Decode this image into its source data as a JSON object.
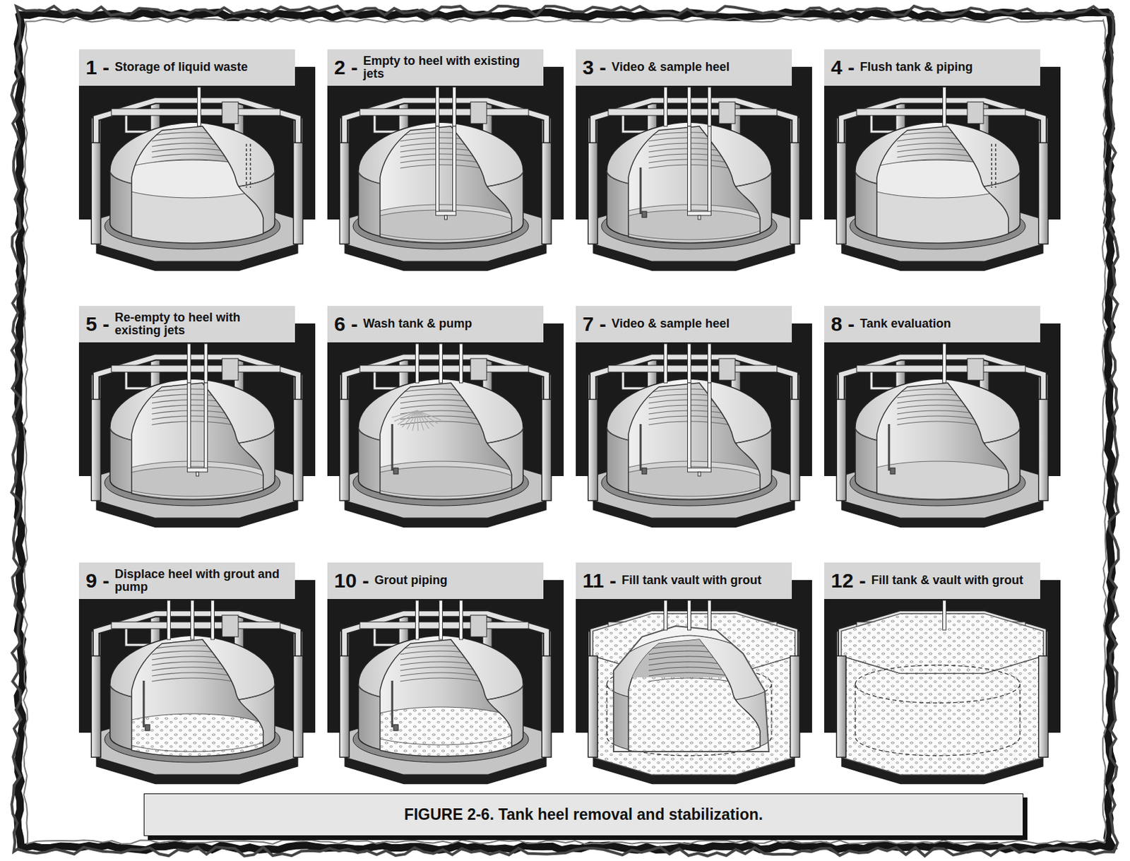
{
  "diagram": {
    "caption": "FIGURE 2-6. Tank heel removal and stabilization.",
    "nodes": [
      {
        "text": [
          "1 -",
          "Storage of liquid waste"
        ]
      },
      {
        "text": [
          "2 -",
          "Empty to heel with existing jets"
        ]
      },
      {
        "text": [
          "3 -",
          "Video & sample heel"
        ]
      },
      {
        "text": [
          "4 -",
          "Flush tank & piping"
        ]
      },
      {
        "text": [
          "5 -",
          "Re-empty to heel with existing jets"
        ]
      },
      {
        "text": [
          "6 -",
          "Wash tank & pump"
        ]
      },
      {
        "text": [
          "7 -",
          "Video & sample heel"
        ]
      },
      {
        "text": [
          "8 -",
          "Tank evaluation"
        ]
      },
      {
        "text": [
          "9 -",
          "Displace heel with grout and pump"
        ]
      },
      {
        "text": [
          "10 -",
          "Grout piping"
        ]
      },
      {
        "text": [
          "11 -",
          "Fill tank vault with grout"
        ]
      },
      {
        "text": [
          "12 -",
          "Fill tank & vault with grout"
        ]
      }
    ]
  }
}
